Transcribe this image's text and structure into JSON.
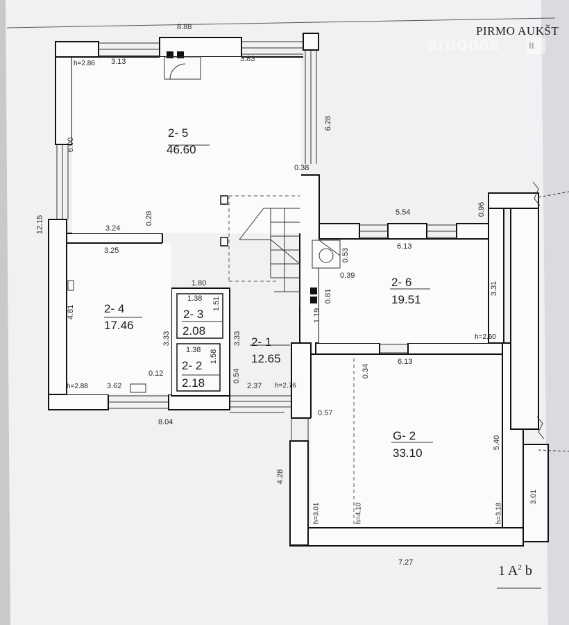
{
  "header": {
    "title": "PIRMO AUKŠT",
    "watermark": "aruodas",
    "watermark_suffix": "lt"
  },
  "rooms": [
    {
      "id": "2- 5",
      "area": "46.60"
    },
    {
      "id": "2- 4",
      "area": "17.46"
    },
    {
      "id": "2- 3",
      "area": "2.08"
    },
    {
      "id": "2- 2",
      "area": "2.18"
    },
    {
      "id": "2- 1",
      "area": "12.65"
    },
    {
      "id": "2- 6",
      "area": "19.51"
    },
    {
      "id": "G- 2",
      "area": "33.10"
    }
  ],
  "dimensions": {
    "top_total": "8.88",
    "top_left": "3.13",
    "top_right": "3.83",
    "right_upper": "6.28",
    "stair_gap": "0.38",
    "left_total": "12.15",
    "left_upper": "6.00",
    "partition_top": "3.24",
    "partition_bottom": "3.25",
    "partition_thk": "0.28",
    "wc_width": "1.80",
    "wc_inner_top": "1.38",
    "wc_depth_a": "1.51",
    "wc_inner_bottom": "1.38",
    "wc_depth_b": "1.58",
    "wc_side_a": "3.33",
    "wc_side_b": "3.33",
    "room4_depth": "4.81",
    "room4_window": "3.62",
    "room4_gap": "0.12",
    "bottom_total": "8.04",
    "hall_bottom": "2.37",
    "hall_thk": "0.54",
    "r6_top_outer": "5.54",
    "r6_top_inner": "6.13",
    "r6_right_top": "0.96",
    "r6_depth": "3.31",
    "boiler_a": "0.53",
    "boiler_b": "0.39",
    "boiler_c": "0.81",
    "boiler_d": "1.19",
    "g2_top": "6.13",
    "g2_top_thk": "0.34",
    "g2_left_gap": "0.57",
    "g2_depth": "5.40",
    "g2_left_outer": "4.28",
    "g2_right_outer": "3.01",
    "g2_bottom": "7.27"
  },
  "heights": {
    "r5": "h=2.86",
    "r4": "h=2.88",
    "hall": "h=2.76",
    "r6": "h=2.60",
    "g2_left": "h=3.01",
    "g2_mid": "h=4.10",
    "g2_right": "h=3.18"
  },
  "sheet_label": {
    "prefix": "1 A",
    "sup": "2",
    "suffix": " b"
  }
}
